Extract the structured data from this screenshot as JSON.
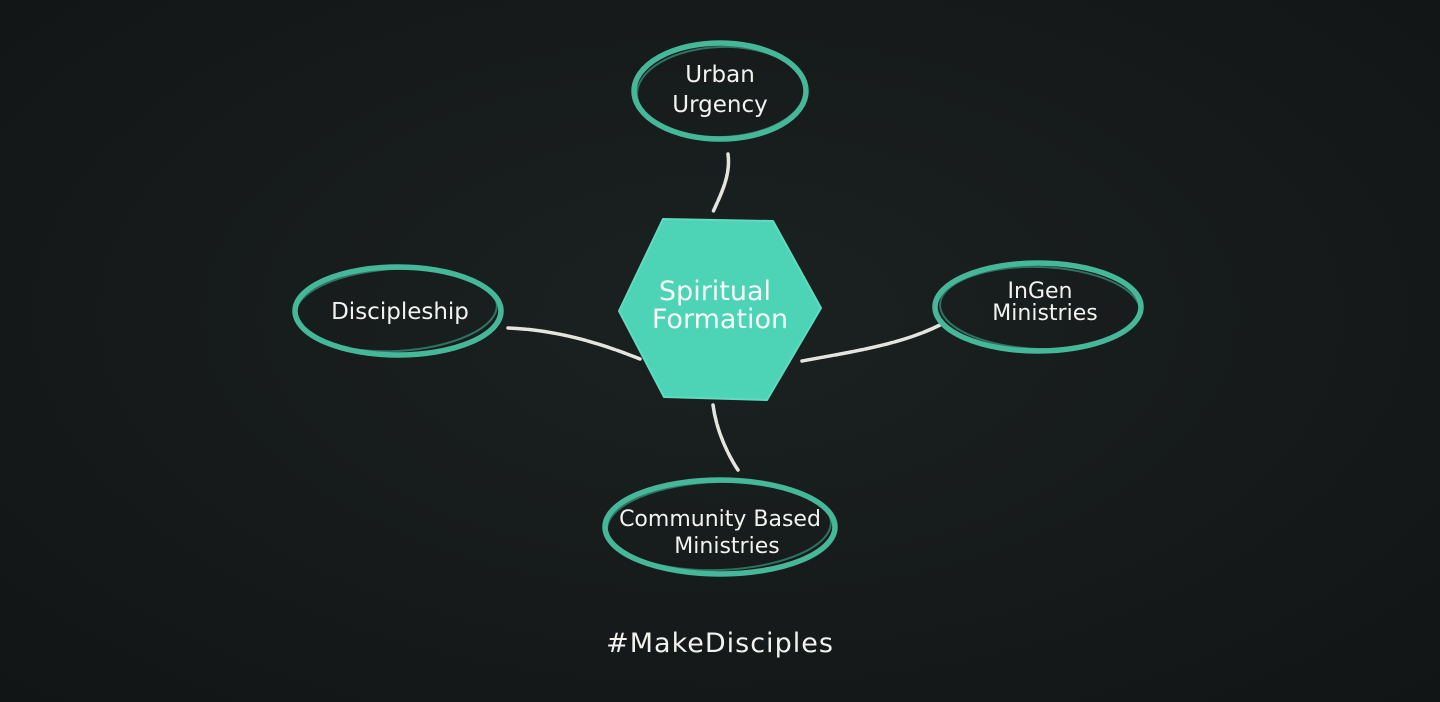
{
  "colors": {
    "background": "#161a1a",
    "accent": "#4dd3b5",
    "ring": "#46b89a",
    "chalk": "#f2f2ee"
  },
  "hub": {
    "line1": "Spiritual",
    "line2": "Formation"
  },
  "nodes": {
    "top": {
      "line1": "Urban",
      "line2": "Urgency"
    },
    "left": {
      "line1": "Discipleship"
    },
    "right": {
      "line1": "InGen",
      "line2": "Ministries"
    },
    "bottom": {
      "line1": "Community Based",
      "line2": "Ministries"
    }
  },
  "footer": {
    "hashtag": "#MakeDisciples"
  }
}
